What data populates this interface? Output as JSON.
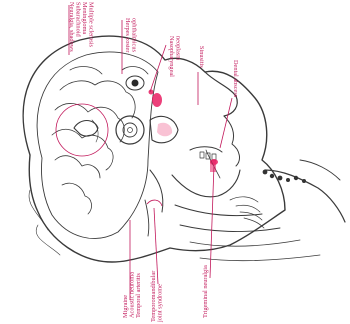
{
  "labels": {
    "top_group": {
      "line1": "Neuralgia, shadows",
      "line2": "Subarachnoid",
      "line3": "Meningioma",
      "line4": "Multiple sclerosis"
    },
    "optic_group": {
      "line1": "Herpes zoster",
      "line2": "ophthalmicus"
    },
    "nasopharyngeal": {
      "line1": "Nasopharyngeal",
      "line2": "neoplasm"
    },
    "sinusitis": "Sinusitis",
    "dental": "Dental abscess",
    "bottom_group": {
      "line1": "Migraine",
      "line2": "Acoustic neuroma",
      "line3": "Temporal arteritis"
    },
    "tmj": {
      "line1": "Temporomandibular",
      "line2": "joint syndrome"
    },
    "trigeminal": "Trigeminal neuralgia"
  },
  "colors": {
    "label": "#c2185b",
    "ink": "#3a3a3a",
    "highlight": "#e91e63"
  }
}
